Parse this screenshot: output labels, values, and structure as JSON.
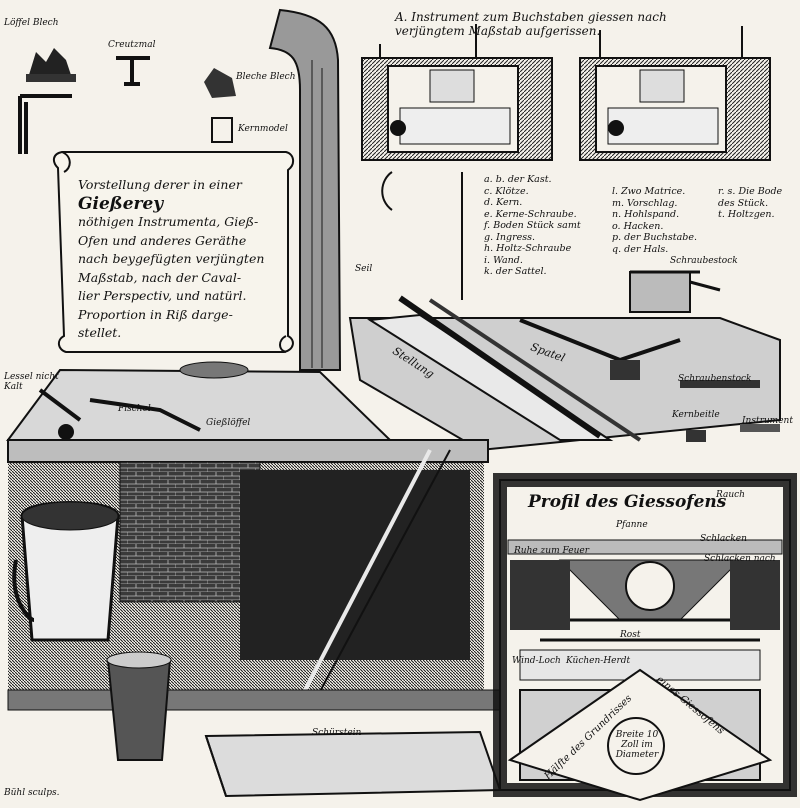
{
  "header": {
    "instrument_title": "A. Instrument zum Buchstaben giessen nach verjüngtem Maßstab aufgerissen."
  },
  "scroll": {
    "lines": [
      "Vorstellung derer in einer",
      "Gießerey",
      "nöthigen Instrumenta, Gieß-",
      "Ofen und anderes Geräthe",
      "nach beygefügten verjüngten",
      "Maßstab, nach der Caval-",
      "lier Perspectiv, und natürl.",
      "Proportion in Riß darge-",
      "stellet."
    ]
  },
  "labels": {
    "loeffel_blech": "Löffel Blech",
    "creutz_mal": "Creutzmal",
    "bleche_blech": "Bleche Blech",
    "kernmodel": "Kernmodel",
    "seil": "Seil",
    "stellung": "Stellung",
    "spatel": "Spatel",
    "schraub_stock": "Schraubestock",
    "schrauben_stock": "Schraubenstock",
    "lessel_nicht_kalt": "Lessel nicht Kalt",
    "fischel": "Fischel",
    "giess_loeffel": "Gießlöffel",
    "kernbeitle": "Kernbeitle",
    "instrument": "Instrument",
    "ruhe_feuer": "Ruhe zum Feuer",
    "schlacken_nach": "Schlacken nach",
    "rost": "Rost",
    "wind_loch": "Wind-Loch",
    "kuechen_herd": "Küchen-Herdt",
    "schuerstein": "Schürstein",
    "pfanne": "Pfanne",
    "schlacken": "Schlacken",
    "rauch": "Rauch",
    "buhl": "Bühl sculps.",
    "profil": "Profil des Giessofens",
    "haelfte": "Hälfte des Grundrisses",
    "eines_giessofens": "eines Giessofens",
    "breite": "Breite 10 Zoll im Diameter"
  },
  "legend_left": [
    "a. b. der Kast.",
    "c. Klötze.",
    "d. Kern.",
    "e. Kerne-Schraube.",
    "f. Boden Stück samt",
    "g. Ingress.",
    "h. Holtz-Schraube",
    "i. Wand.",
    "k. der Sattel."
  ],
  "legend_right": [
    "l. Zwo Matrice.",
    "m. Vorschlag.",
    "n. Hohlspand.",
    "o. Hacken.",
    "p. der Buchstabe.",
    "q. der Hals."
  ],
  "legend_far": [
    "r. s. Die Bode",
    "des Stück.",
    "t. Holtzgen."
  ]
}
